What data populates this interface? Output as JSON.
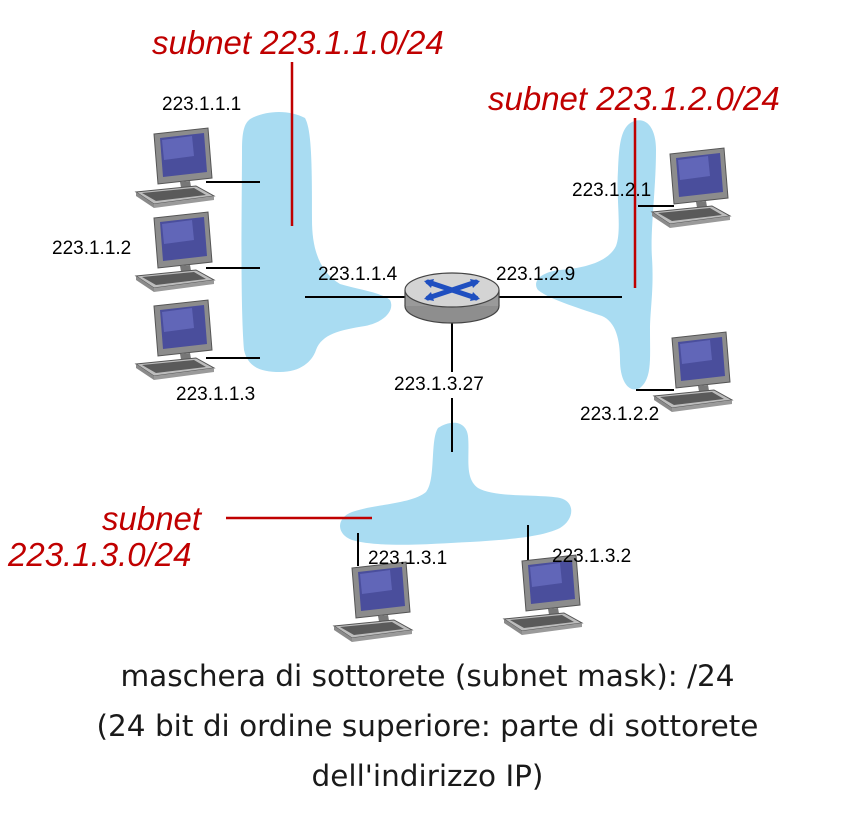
{
  "subnets": {
    "s1": {
      "label": "subnet 223.1.1.0/24"
    },
    "s2": {
      "label": "subnet 223.1.2.0/24"
    },
    "s3": {
      "label_line1": "subnet",
      "label_line2": "223.1.3.0/24"
    }
  },
  "hosts": {
    "h111": "223.1.1.1",
    "h112": "223.1.1.2",
    "h113": "223.1.1.3",
    "h121": "223.1.2.1",
    "h122": "223.1.2.2",
    "h131": "223.1.3.1",
    "h132": "223.1.3.2"
  },
  "router": {
    "if1": "223.1.1.4",
    "if2": "223.1.2.9",
    "if3": "223.1.3.27"
  },
  "caption": {
    "line1": "maschera di sottorete (subnet mask): /24",
    "line2": "(24 bit di ordine superiore: parte di sottorete",
    "line3": "dell'indirizzo IP)"
  },
  "colors": {
    "subnet_label": "#c00000",
    "network_blob": "#a9dcf2"
  }
}
